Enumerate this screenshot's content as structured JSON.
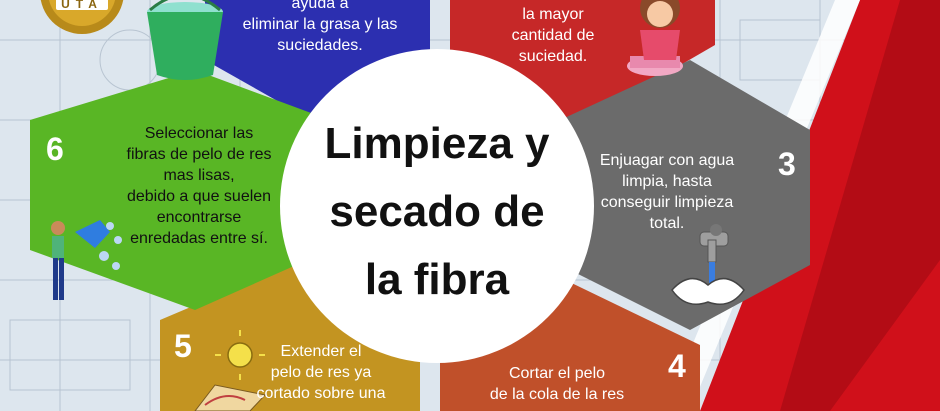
{
  "title": {
    "lines": [
      "Limpieza y",
      "secado de",
      "la fibra"
    ]
  },
  "steps": [
    {
      "number": "",
      "color": "#2c2fb0",
      "lines": [
        "ayuda a",
        "eliminar la grasa y las",
        "suciedades."
      ]
    },
    {
      "number": "",
      "color": "#c62828",
      "lines": [
        "la mayor",
        "cantidad de",
        "suciedad."
      ]
    },
    {
      "number": "3",
      "color": "#6b6b6b",
      "lines": [
        "Enjuagar con agua",
        "limpia, hasta",
        "conseguir limpieza",
        "total."
      ]
    },
    {
      "number": "4",
      "color": "#c0502a",
      "lines": [
        "Cortar el pelo",
        "de la cola de la res"
      ]
    },
    {
      "number": "5",
      "color": "#c39421",
      "lines": [
        "Extender el",
        "pelo de res ya",
        "cortado sobre una"
      ]
    },
    {
      "number": "6",
      "color": "#59b625",
      "lines": [
        "Seleccionar las",
        "fibras de pelo de res",
        "mas lisas,",
        "debido a que suelen",
        "encontrarse",
        "enredadas entre sí."
      ]
    }
  ],
  "logo": {
    "text": "UTA"
  },
  "colors": {
    "background": "#dde6ee",
    "accent_red": "#d0101a",
    "circle": "#ffffff"
  },
  "icons": [
    "bucket-icon",
    "girl-washing-icon",
    "faucet-icon",
    "sun-icon",
    "man-pointing-icon"
  ]
}
